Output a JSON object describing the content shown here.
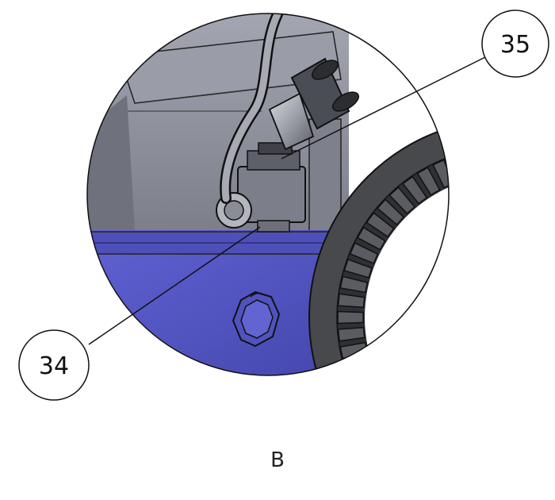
{
  "callouts": [
    {
      "id": "callout-35",
      "label": "35"
    },
    {
      "id": "callout-34",
      "label": "34"
    }
  ],
  "view_label": "B",
  "colors": {
    "housing_blue": "#5a5ccc",
    "housing_blue_dark": "#3c3ea0",
    "grey_panel": "#8e919c",
    "grey_panel_dark": "#5f626b",
    "tire_dark": "#3a3b3e",
    "outline": "#111111"
  }
}
